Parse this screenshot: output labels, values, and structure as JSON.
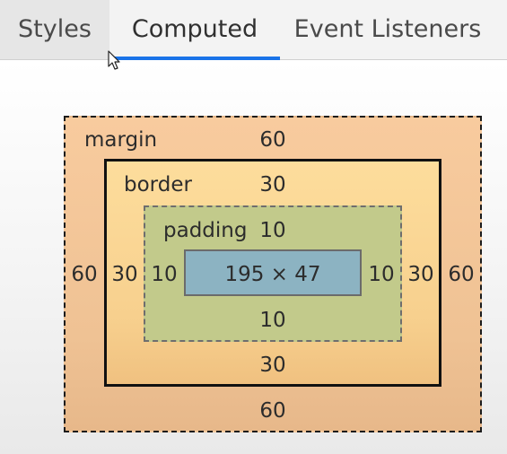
{
  "tabs": [
    {
      "label": "Styles",
      "active": false
    },
    {
      "label": "Computed",
      "active": true
    },
    {
      "label": "Event Listeners",
      "active": false
    }
  ],
  "box_model": {
    "margin": {
      "label": "margin",
      "top": "60",
      "right": "60",
      "bottom": "60",
      "left": "60"
    },
    "border": {
      "label": "border",
      "top": "30",
      "right": "30",
      "bottom": "30",
      "left": "30"
    },
    "padding": {
      "label": "padding",
      "top": "10",
      "right": "10",
      "bottom": "10",
      "left": "10"
    },
    "content": {
      "size": "195 × 47"
    }
  },
  "colors": {
    "active_tab_underline": "#1a73e8",
    "margin": "#f8cb9e",
    "border": "#fddd9c",
    "padding": "#c2ca8b",
    "content": "#8cb3c2"
  }
}
